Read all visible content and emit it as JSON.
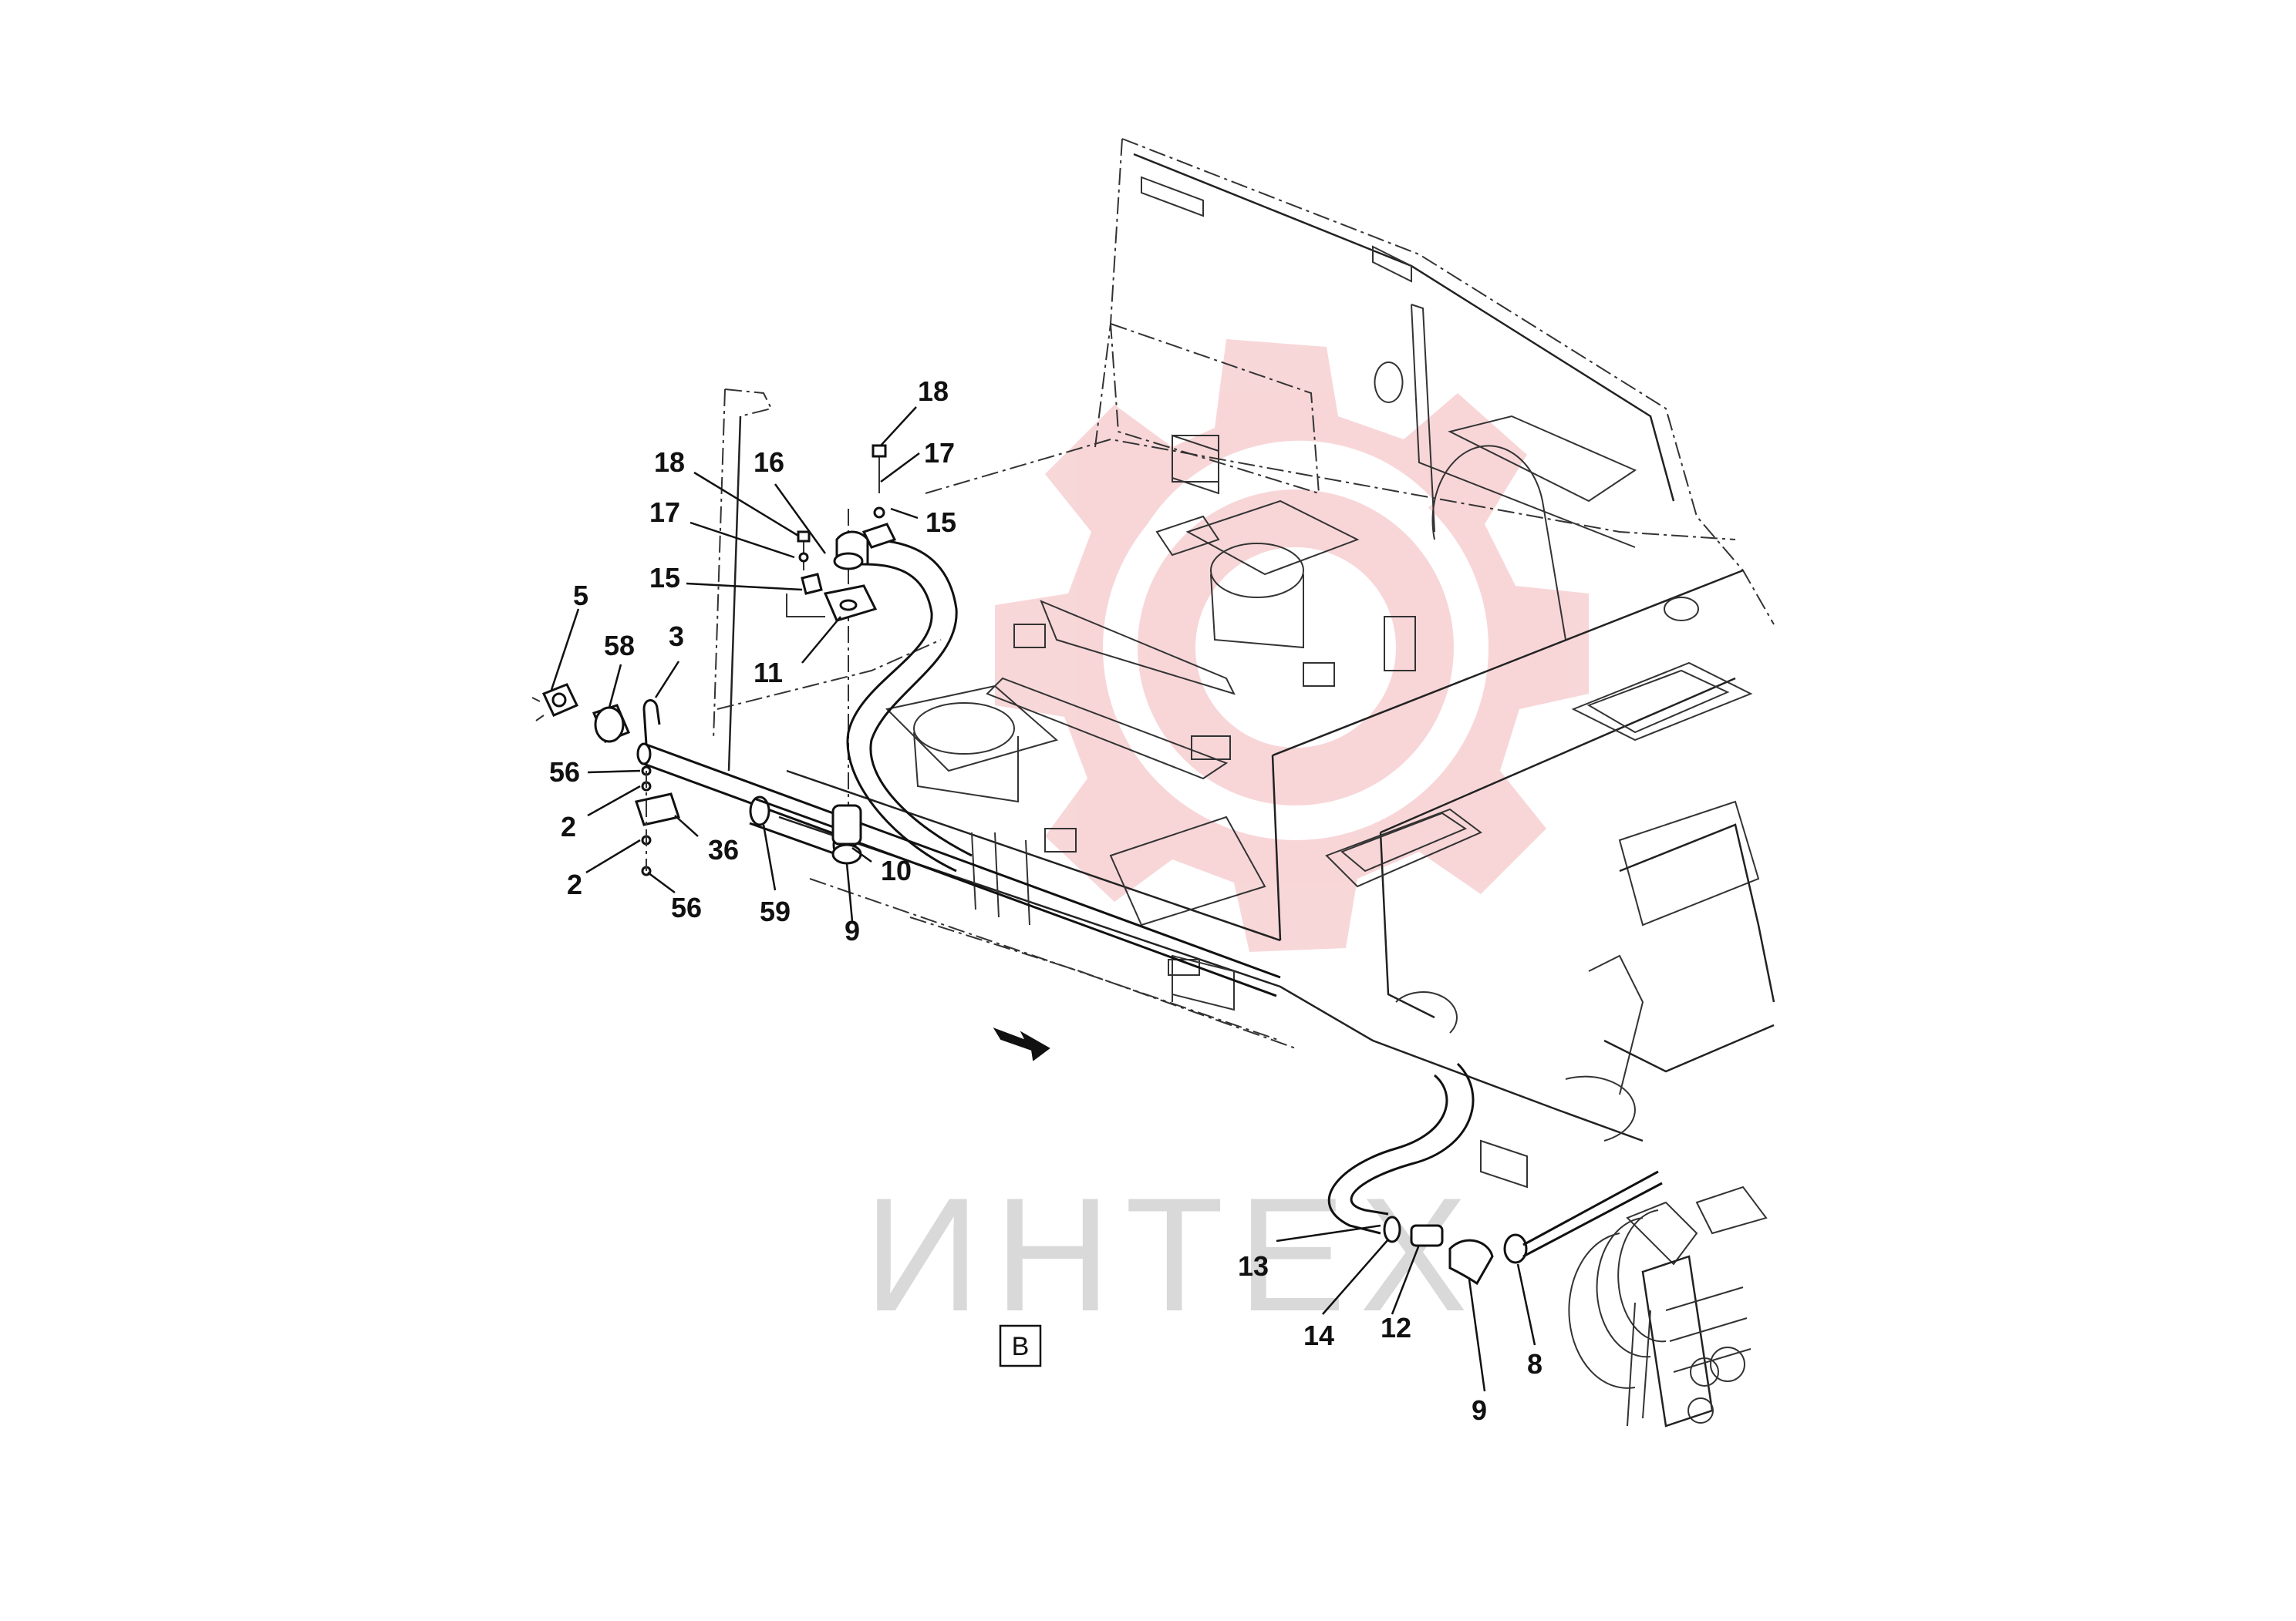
{
  "watermark": {
    "text": "ИНТЕХ",
    "gear_color": "#f6c9cc",
    "text_color": "#d9d9d9"
  },
  "view_label": "B",
  "callouts": {
    "c18a": "18",
    "c17a": "17",
    "c15a": "15",
    "c18b": "18",
    "c16": "16",
    "c17b": "17",
    "c15b": "15",
    "c5": "5",
    "c58": "58",
    "c3": "3",
    "c11": "11",
    "c56a": "56",
    "c2a": "2",
    "c36": "36",
    "c2b": "2",
    "c56b": "56",
    "c59": "59",
    "c10": "10",
    "c9a": "9",
    "c13": "13",
    "c14": "14",
    "c12": "12",
    "c9b": "9",
    "c8": "8"
  },
  "icons": {
    "direction_arrow": "arrow-southeast-icon"
  }
}
